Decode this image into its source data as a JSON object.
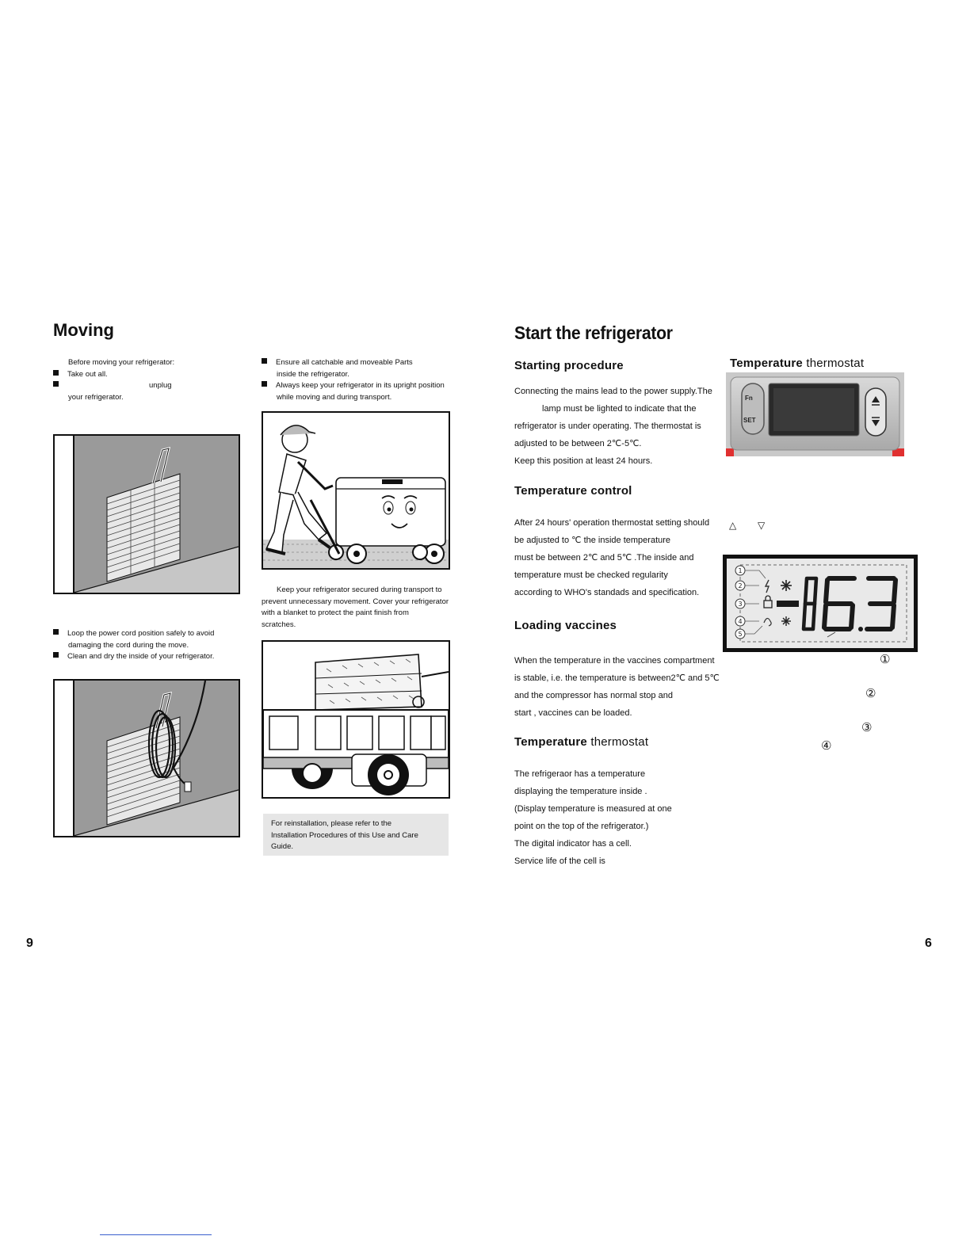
{
  "left_page": {
    "title": "Moving",
    "intro": "Before moving your refrigerator:",
    "bullets_a": [
      "Take out all.",
      "unplug"
    ],
    "bullet_a2_cont": "your refrigerator.",
    "bullets_b": [
      "Ensure all catchable  and moveable Parts",
      "Always keep your refrigerator in its upright position"
    ],
    "bullet_b1_cont": "inside the refrigerator.",
    "bullet_b2_cont": "while moving and during transport.",
    "transport_note": [
      "Keep your refrigerator secured during transport to",
      "prevent unnecessary movement. Cover your refrigerator",
      "with a blanket to protect the paint finish from",
      "scratches."
    ],
    "bullets_c": [
      "Loop the power cord position safely to avoid",
      "Clean and dry the inside of your refrigerator."
    ],
    "bullet_c1_cont": "damaging the cord during the move.",
    "reinstall_note": [
      "For reinstallation, please refer to the",
      "Installation Procedures of this Use and Care",
      "Guide."
    ],
    "page_number": "9"
  },
  "right_page": {
    "title": "Start  the refrigerator",
    "starting": {
      "heading": "Starting procedure",
      "lines": [
        "Connecting the mains lead to the power supply.The",
        "lamp must be lighted to indicate that the",
        "refrigerator is under  operating. The thermostat is",
        "adjusted to be between 2℃-5℃.",
        "Keep this position  at least 24 hours."
      ]
    },
    "control": {
      "heading": "Temperature control",
      "lines": [
        "After 24 hours' operation  thermostat  setting should",
        "be  adjusted to     ℃   the inside  temperature",
        "must  be between 2℃ and 5℃ .The  inside  and",
        "temperature must be checked regularity",
        "according to WHO's standads and specification."
      ]
    },
    "loading": {
      "heading": "Loading vaccines",
      "lines": [
        "When the temperature in the vaccines compartment",
        "is stable, i.e. the temperature is between2℃ and 5℃",
        "and the compressor has normal  stop   and",
        "start  , vaccines can be loaded."
      ]
    },
    "thermostat": {
      "heading_bold": "Temperature",
      "heading_rest": " thermostat",
      "lines": [
        "The refrigeraor has a temperature",
        "displaying the temperature inside  .",
        "(Display temperature is measured at one",
        "point on the top of the refrigerator.)",
        "The digital indicator  has a cell.",
        "Service life of the cell is"
      ]
    },
    "side_heading_bold": "Temperature",
    "side_heading_rest": " thermostat",
    "panel": {
      "btn_fn": "Fn",
      "btn_set": "SET"
    },
    "arrows": {
      "up": "△",
      "down": "▽"
    },
    "display": {
      "reading": "-16.3",
      "markers": [
        "1",
        "2",
        "3",
        "4",
        "5"
      ]
    },
    "callouts": [
      "①",
      "②",
      "③",
      "④"
    ],
    "page_number": "6"
  }
}
